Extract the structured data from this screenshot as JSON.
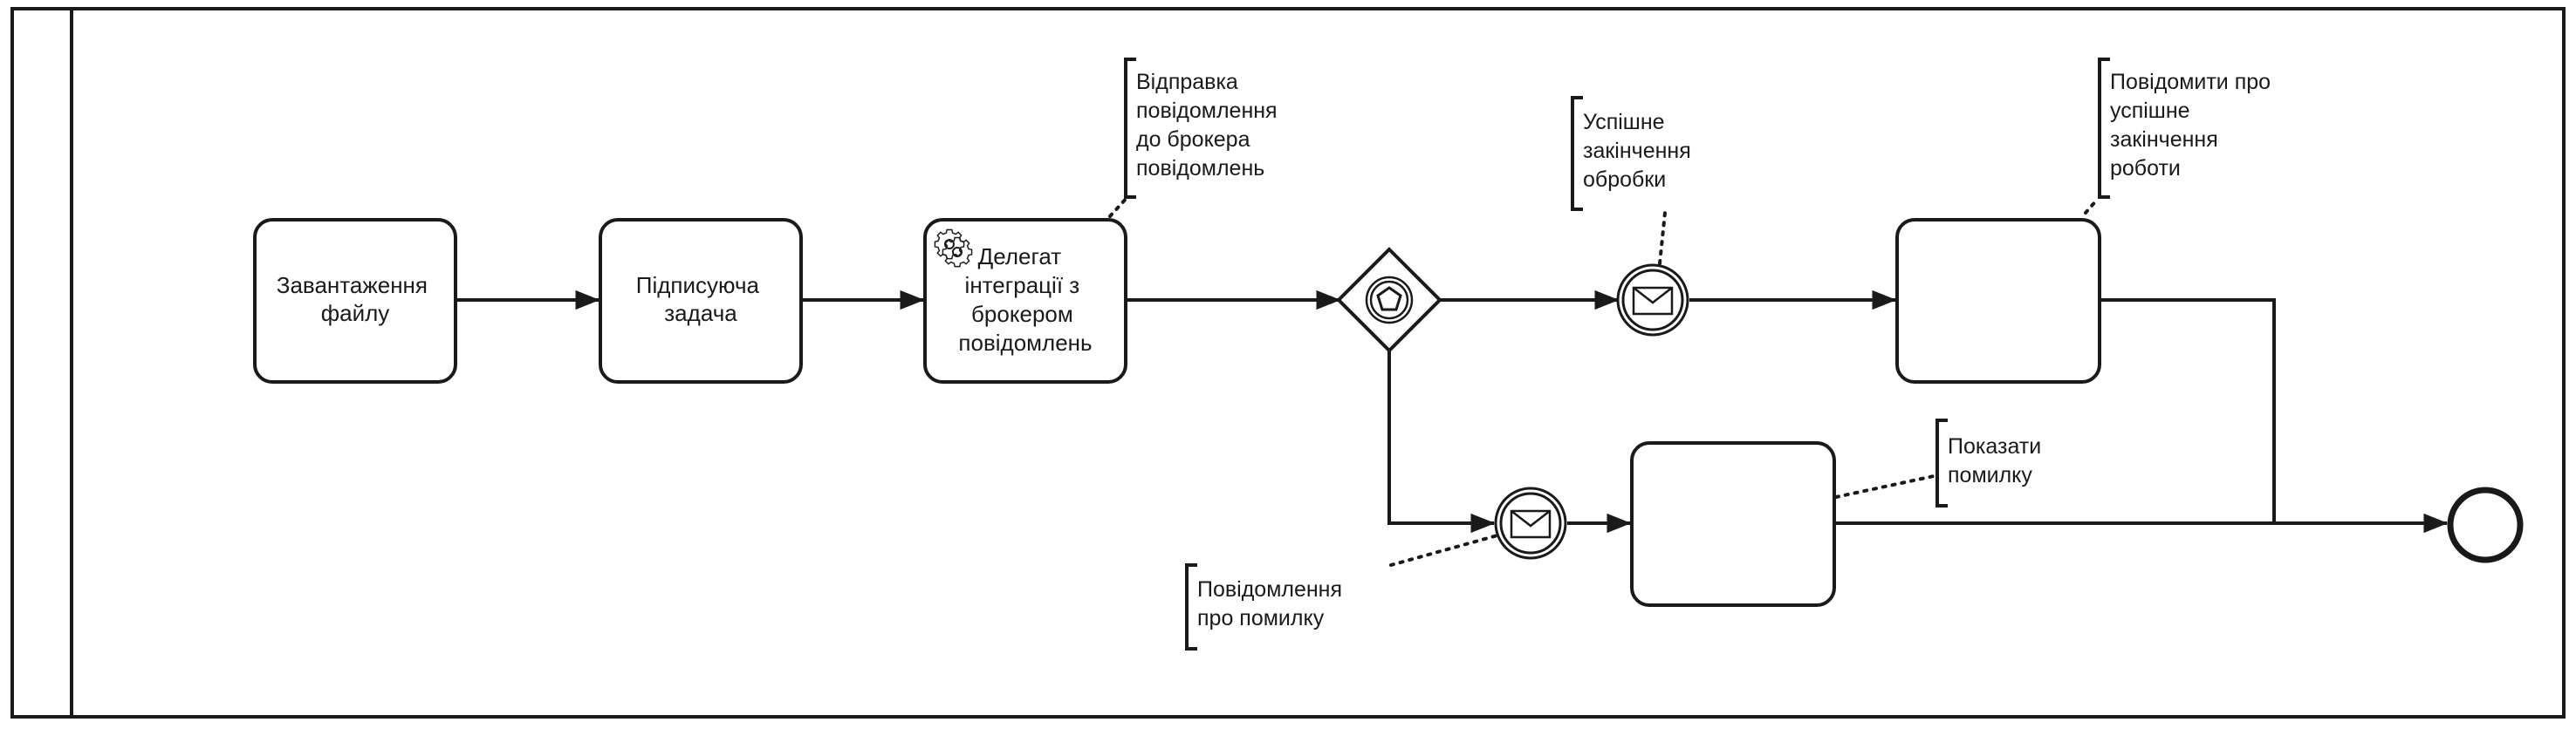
{
  "diagram": {
    "pool_name": "",
    "tasks": [
      {
        "id": "upload",
        "lines": [
          "Завантаження",
          "файлу"
        ]
      },
      {
        "id": "sign",
        "lines": [
          "Підписуюча",
          "задача"
        ]
      },
      {
        "id": "delegate",
        "lines": [
          "Делегат",
          "інтеграції з",
          "брокером",
          "повідомлень"
        ],
        "icon": "gear-icon"
      },
      {
        "id": "notify-success",
        "lines": []
      },
      {
        "id": "show-error",
        "lines": []
      }
    ],
    "annotations": [
      {
        "id": "send-message",
        "lines": [
          "Відправка",
          "повідомлення",
          "до брокера",
          "повідомлень"
        ]
      },
      {
        "id": "success-processing",
        "lines": [
          "Успішне",
          "закінчення",
          "обробки"
        ]
      },
      {
        "id": "notify-success-note",
        "lines": [
          "Повідомити про",
          "успішне",
          "закінчення",
          "роботи"
        ]
      },
      {
        "id": "show-error-note",
        "lines": [
          "Показати",
          "помилку"
        ]
      },
      {
        "id": "error-message",
        "lines": [
          "Повідомлення",
          "про помилку"
        ]
      }
    ],
    "gateway": {
      "type": "event-based",
      "icon": "pentagon-icon"
    },
    "events": [
      {
        "id": "success-message-event",
        "type": "intermediate-catch-message",
        "icon": "envelope-icon"
      },
      {
        "id": "error-message-event",
        "type": "intermediate-catch-message",
        "icon": "envelope-icon"
      },
      {
        "id": "end-event",
        "type": "end"
      }
    ],
    "colors": {
      "stroke": "#1a1a1a",
      "background": "#ffffff"
    }
  }
}
